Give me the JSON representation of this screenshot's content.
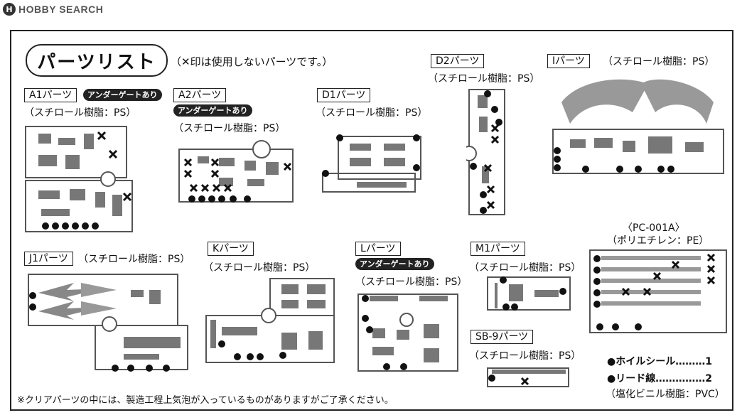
{
  "logo": {
    "badge": "H",
    "text": "HOBBY SEARCH"
  },
  "title": "パーツリスト",
  "subtitle": "（✕印は使用しないパーツです。）",
  "gate_label": "アンダーゲートあり",
  "parts": {
    "a1": {
      "label": "A1パーツ",
      "material": "（スチロール樹脂：PS）"
    },
    "a2": {
      "label": "A2パーツ",
      "material": "（スチロール樹脂：PS）"
    },
    "d1": {
      "label": "D1パーツ",
      "material": "（スチロール樹脂：PS）"
    },
    "d2": {
      "label": "D2パーツ",
      "material": "（スチロール樹脂：PS）"
    },
    "i": {
      "label": "Iパーツ",
      "material": "（スチロール樹脂：PS）"
    },
    "j1": {
      "label": "J1パーツ",
      "material": "（スチロール樹脂：PS）"
    },
    "k": {
      "label": "Kパーツ",
      "material": "（スチロール樹脂：PS）"
    },
    "l": {
      "label": "Lパーツ",
      "material": "（スチロール樹脂：PS）"
    },
    "m1": {
      "label": "M1パーツ",
      "material": "（スチロール樹脂：PS）"
    },
    "sb9": {
      "label": "SB-9パーツ",
      "material": "（スチロール樹脂：PS）"
    },
    "pc": {
      "label": "〈PC-001A〉",
      "material": "（ポリエチレン：PE）"
    }
  },
  "extras": {
    "wheel_seal": "●ホイルシール………1",
    "lead_wire": "●リード線……………2",
    "pvc": "（塩化ビニル樹脂：PVC）"
  },
  "footnote": "※クリアパーツの中には、製造工程上気泡が入っているものがありますがご了承ください。"
}
